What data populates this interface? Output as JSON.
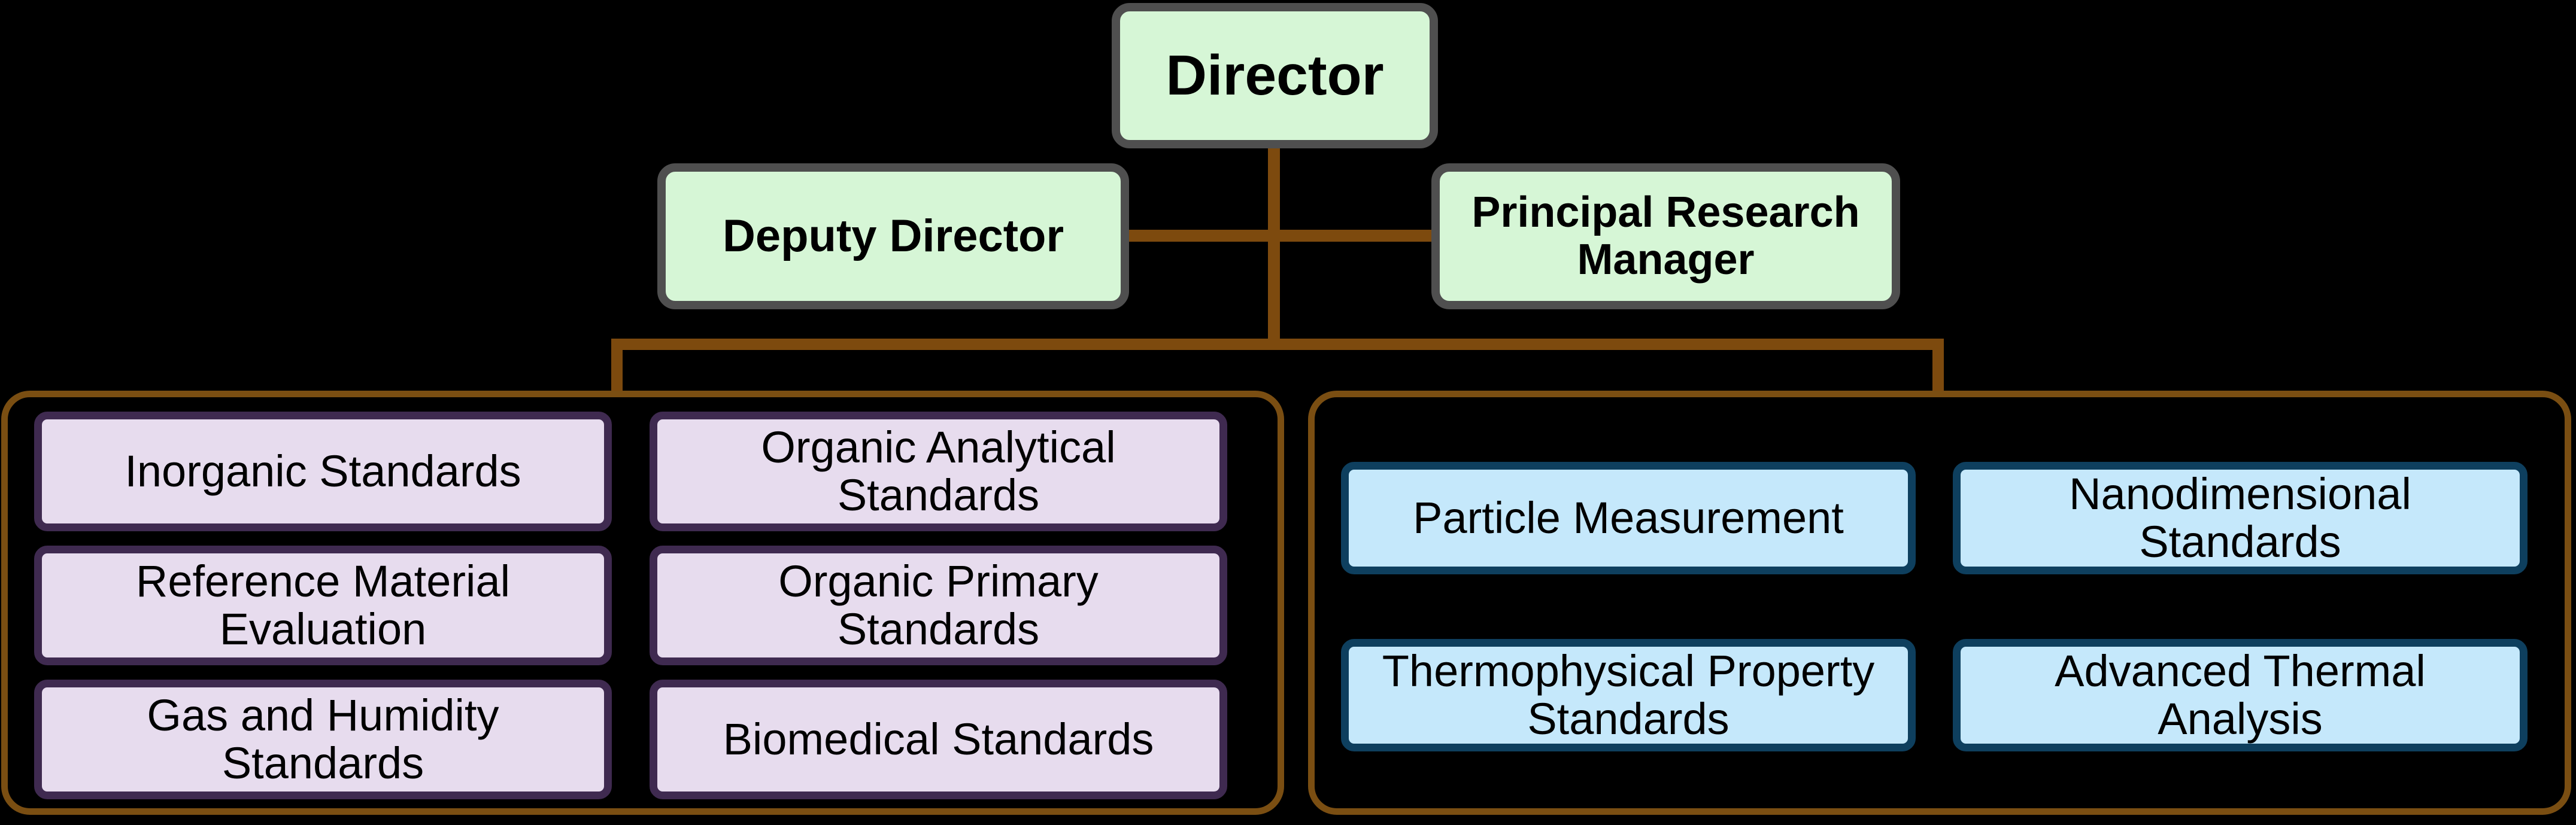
{
  "org_chart": {
    "title_node": {
      "label": "Director"
    },
    "managers": [
      {
        "label": "Deputy Director"
      },
      {
        "label": "Principal Research\nManager"
      }
    ],
    "groups": [
      {
        "name": "left-division",
        "items": [
          {
            "label": "Inorganic Standards"
          },
          {
            "label": "Organic Analytical\nStandards"
          },
          {
            "label": "Reference Material\nEvaluation"
          },
          {
            "label": "Organic Primary\nStandards"
          },
          {
            "label": "Gas and Humidity\nStandards"
          },
          {
            "label": "Biomedical Standards"
          }
        ]
      },
      {
        "name": "right-division",
        "items": [
          {
            "label": "Particle Measurement"
          },
          {
            "label": "Nanodimensional\nStandards"
          },
          {
            "label": "Thermophysical Property\nStandards"
          },
          {
            "label": "Advanced Thermal\nAnalysis"
          }
        ]
      }
    ],
    "colors": {
      "background": "#000000",
      "tier_node_fill": "#d6f6d6",
      "tier_node_border": "#4f4f4f",
      "left_member_fill": "#e7dcee",
      "left_member_border": "#3f2a50",
      "right_member_fill": "#c5e8fb",
      "right_member_border": "#0e3f5e",
      "connector": "#7d4a0e",
      "group_border": "#7a4e12",
      "text": "#000000"
    }
  }
}
